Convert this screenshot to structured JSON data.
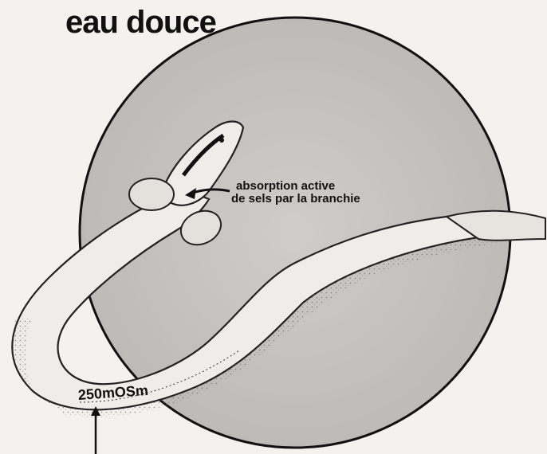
{
  "title": "eau douce",
  "annotation": {
    "line1": "absorption active",
    "line2": "de sels par la branchie"
  },
  "osmolarity": "250mOSm",
  "colors": {
    "background": "#f4f2ee",
    "circle_fill": "#c9c7c4",
    "circle_stroke": "#111111",
    "eel_fill": "#f1efeb",
    "ink": "#111111"
  }
}
